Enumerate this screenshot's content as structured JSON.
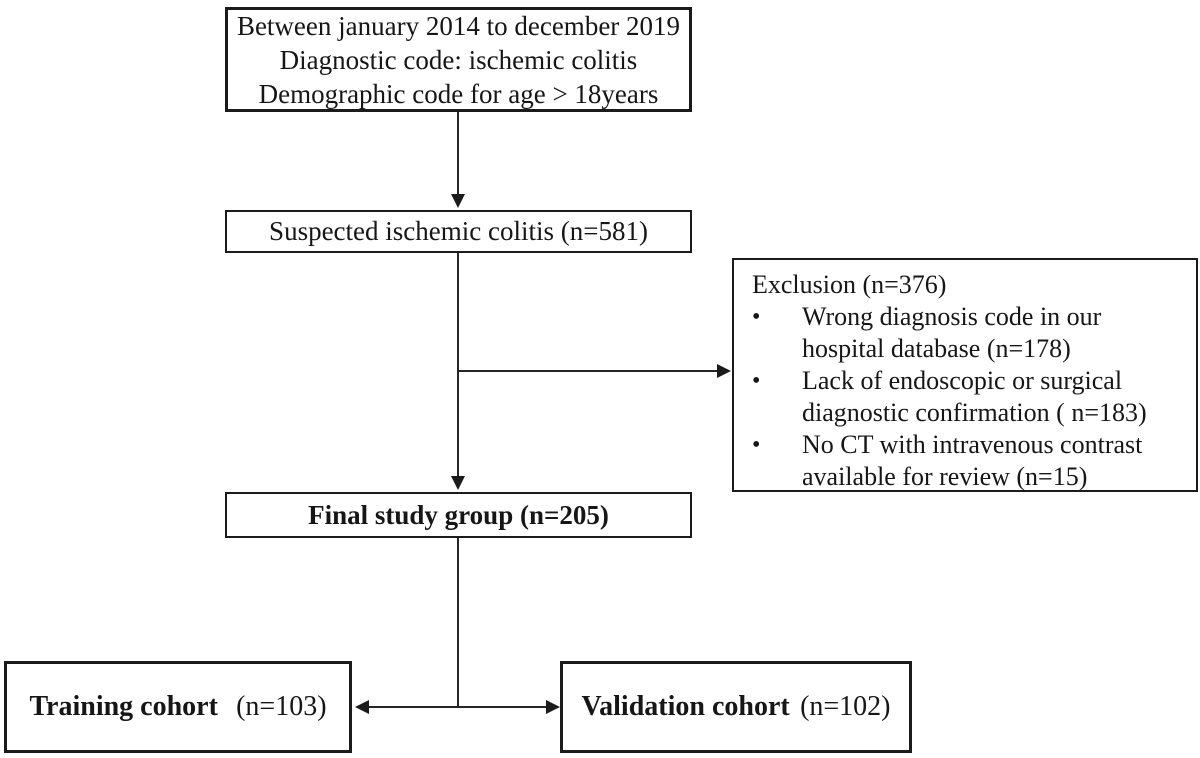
{
  "figure": {
    "kind": "study-flow-diagram"
  },
  "boxes": {
    "criteria": {
      "lines": [
        "Between january 2014 to december 2019",
        "Diagnostic code: ischemic colitis",
        "Demographic code for age > 18years"
      ]
    },
    "suspected": {
      "label": "Suspected ischemic colitis (n=581)"
    },
    "exclusion": {
      "title": "Exclusion (n=376)",
      "bullet_char": "•",
      "items": [
        "Wrong diagnosis code in our hospital database (n=178)",
        "Lack of endoscopic or surgical diagnostic confirmation ( n=183)",
        "No CT with intravenous contrast available for review (n=15)"
      ]
    },
    "final": {
      "label": "Final study group (n=205)"
    },
    "training": {
      "label_bold": "Training cohort",
      "label_rest": "(n=103)"
    },
    "validation": {
      "label_bold": "Validation cohort",
      "label_rest": "(n=102)"
    }
  },
  "counts": {
    "suspected": 581,
    "excluded_total": 376,
    "excluded_wrong_code": 178,
    "excluded_no_confirmation": 183,
    "excluded_no_ct": 15,
    "final_group": 205,
    "training": 103,
    "validation": 102
  },
  "colors": {
    "background": "#ffffff",
    "border": "#1b1b1b",
    "text": "#161616",
    "line": "#262626"
  }
}
